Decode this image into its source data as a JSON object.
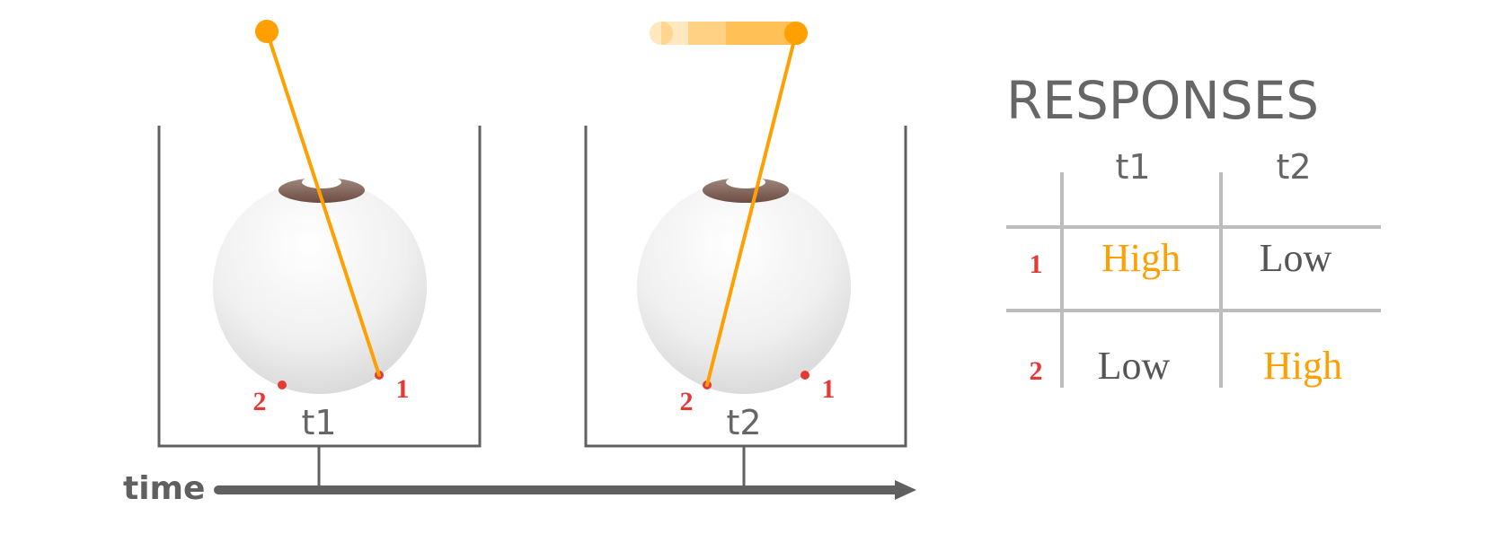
{
  "colors": {
    "orange": "#FFA000",
    "orange_light": "#FFB74D",
    "red": "#E53935",
    "gray_text": "#666666",
    "gray_line": "#606060",
    "table_line": "#BDBDBD",
    "iris": "#8D6E63"
  },
  "panels": [
    {
      "time_label": "t1",
      "electrode_labels": [
        "2",
        "1"
      ],
      "active_electrode": "1"
    },
    {
      "time_label": "t2",
      "electrode_labels": [
        "2",
        "1"
      ],
      "active_electrode": "2"
    }
  ],
  "timeline": {
    "label": "time"
  },
  "responses": {
    "title": "RESPONSES",
    "columns": [
      "t1",
      "t2"
    ],
    "rows": [
      {
        "label": "1",
        "cells": [
          {
            "text": "High",
            "highlight": true
          },
          {
            "text": "Low",
            "highlight": false
          }
        ]
      },
      {
        "label": "2",
        "cells": [
          {
            "text": "Low",
            "highlight": false
          },
          {
            "text": "High",
            "highlight": true
          }
        ]
      }
    ]
  }
}
